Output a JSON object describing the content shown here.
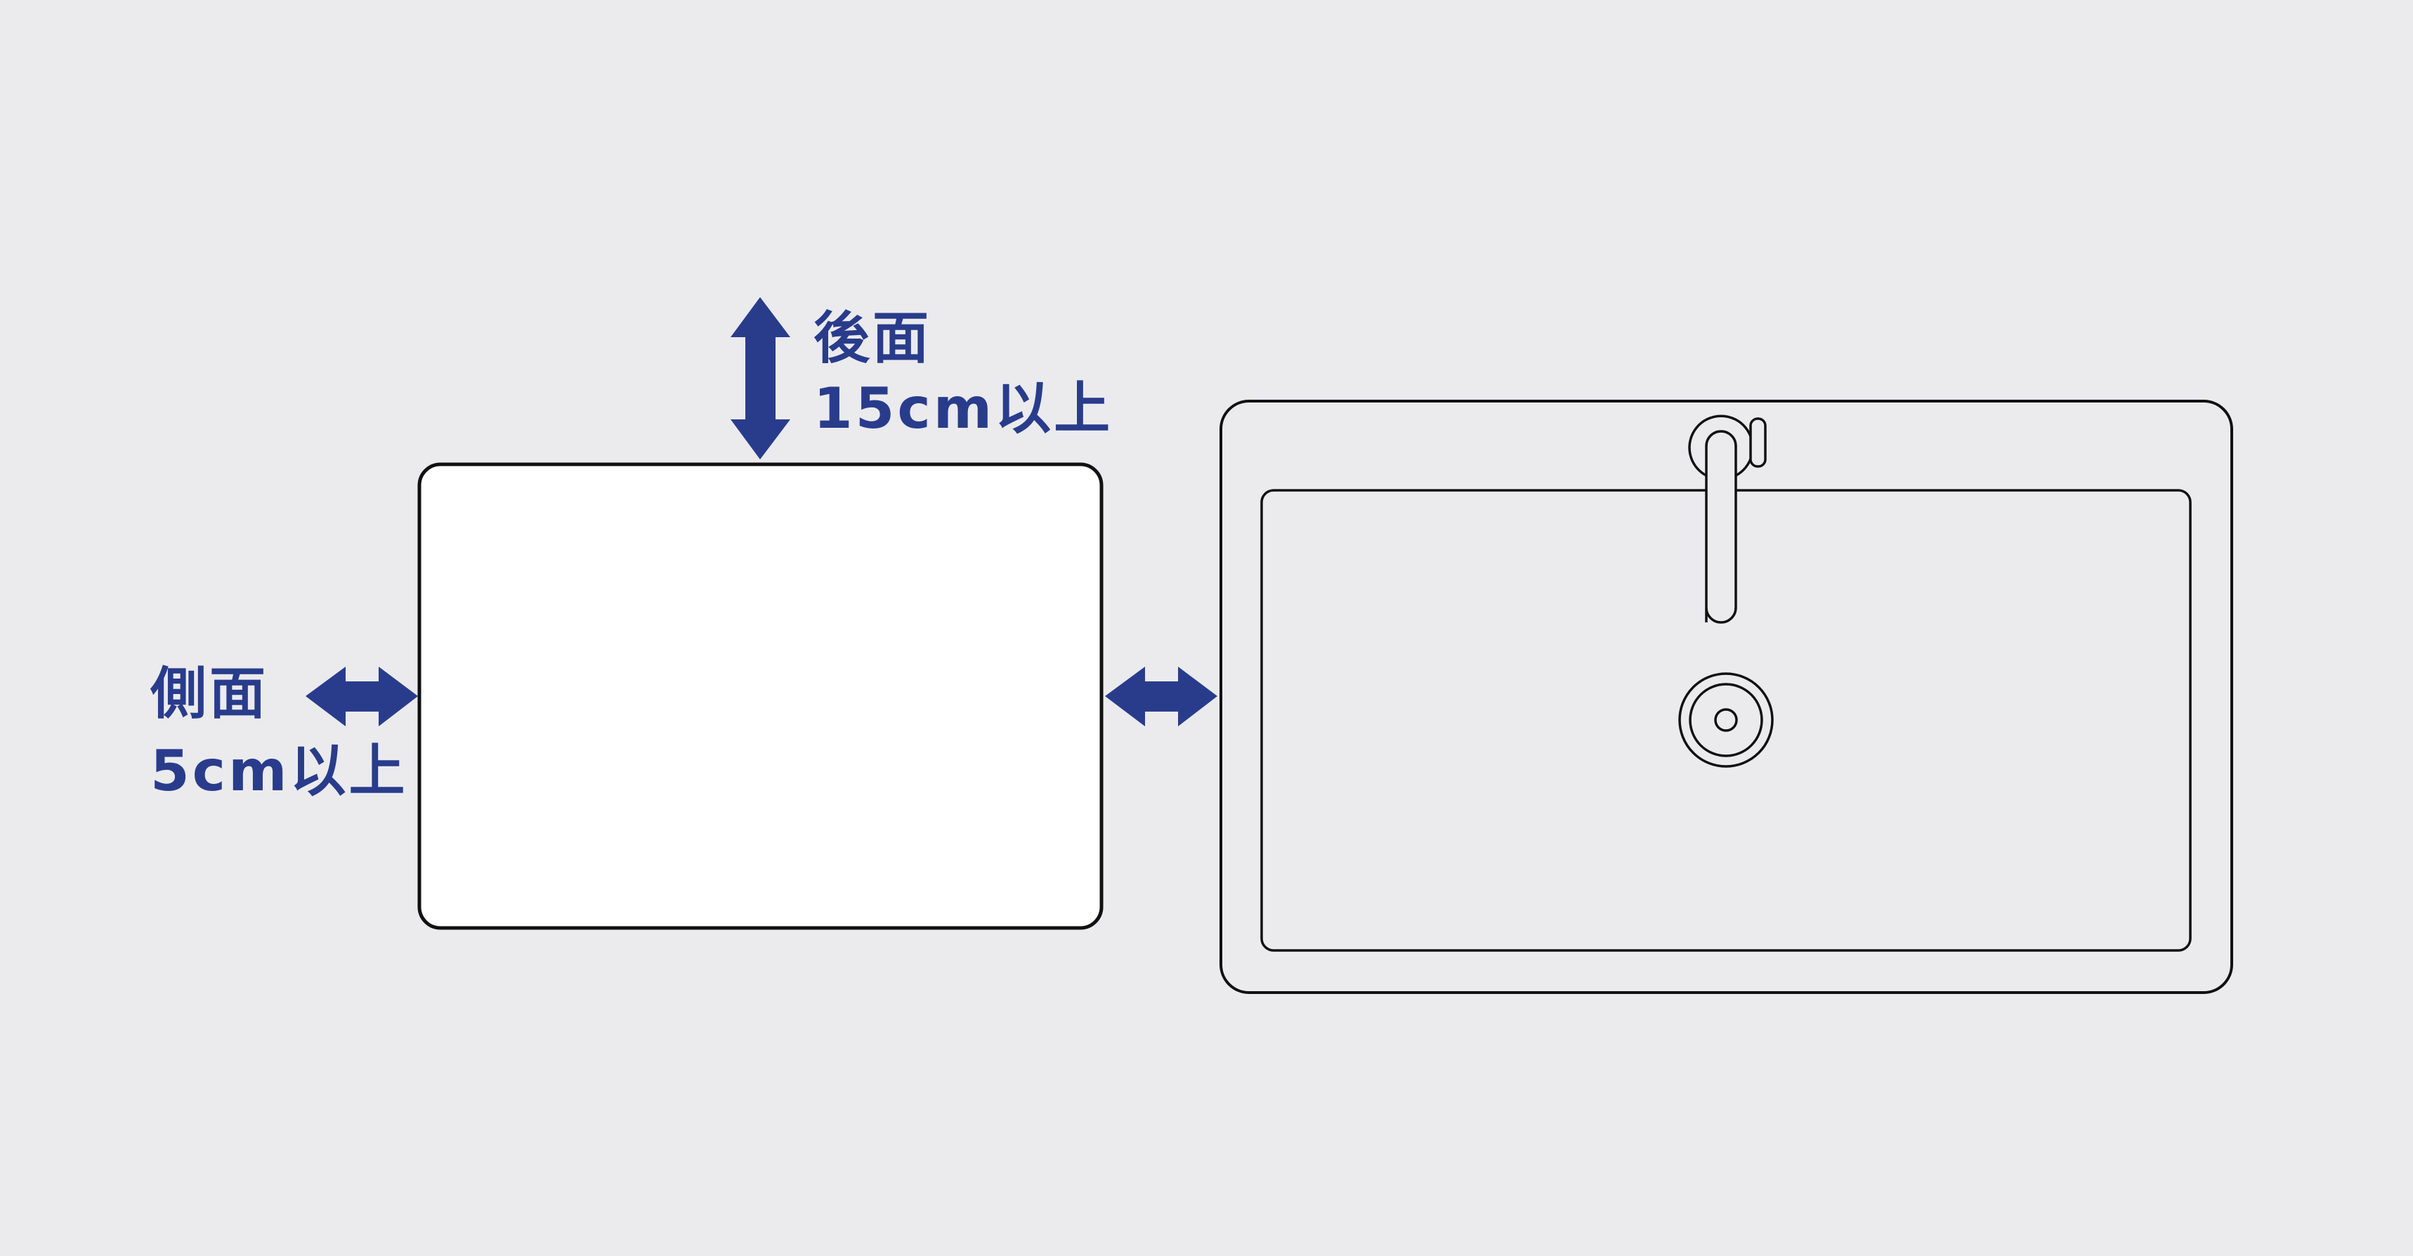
{
  "diagram": {
    "title": "Installation clearance diagram",
    "colors": {
      "background": "#EBEBEE",
      "accent": "#293C8C",
      "outline": "#111111",
      "appliance_fill": "#FFFFFF"
    },
    "labels": {
      "rear": {
        "line1": "後面",
        "line2": "15cm以上"
      },
      "side": {
        "line1": "側面",
        "line2": "5cm以上"
      }
    },
    "elements": {
      "appliance": "appliance-box",
      "sink": "sink",
      "faucet": "faucet",
      "drain": "drain",
      "arrows": [
        "rear-clearance-arrow",
        "left-side-clearance-arrow",
        "right-side-clearance-arrow"
      ]
    }
  }
}
